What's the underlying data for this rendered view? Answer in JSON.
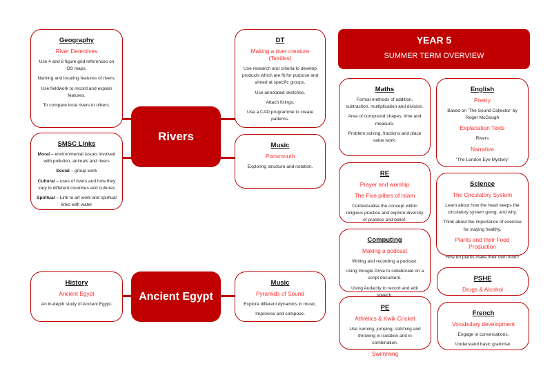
{
  "header": {
    "title": "YEAR 5",
    "subtitle": "SUMMER TERM OVERVIEW"
  },
  "hubs": {
    "rivers": "Rivers",
    "egypt": "Ancient Egypt"
  },
  "boxes": [
    {
      "id": "geography",
      "items": [
        {
          "k": "t",
          "v": "Geography"
        },
        {
          "k": "s",
          "v": "River Detectives"
        },
        {
          "k": "p",
          "v": "Use 4 and 6 figure grid references on OS maps."
        },
        {
          "k": "p",
          "v": "Naming and locating features of rivers."
        },
        {
          "k": "p",
          "v": "Use fieldwork to record and explain features."
        },
        {
          "k": "p",
          "v": "To compare local rivers to others."
        }
      ]
    },
    {
      "id": "dt",
      "items": [
        {
          "k": "t",
          "v": "DT"
        },
        {
          "k": "s",
          "v": "Making a river creature (Textiles)"
        },
        {
          "k": "p",
          "v": "Use research and criteria to develop products which are fit for purpose and aimed at specific groups."
        },
        {
          "k": "p",
          "v": "Use annotated sketches."
        },
        {
          "k": "p",
          "v": "Attach fixings."
        },
        {
          "k": "p",
          "v": "Use a CAD programme to create patterns."
        }
      ]
    },
    {
      "id": "smsc",
      "items": [
        {
          "k": "t",
          "v": "SMSC Links"
        },
        {
          "k": "b",
          "b": "Moral",
          "v": " – environmental issues involved with pollution, animals and rivers"
        },
        {
          "k": "b",
          "b": "Social",
          "v": " – group work"
        },
        {
          "k": "b",
          "b": "Cultural",
          "v": " – uses of rivers and how they vary in different countries and cultures"
        },
        {
          "k": "b",
          "b": "Spiritual",
          "v": " – Link to art work and spiritual links with water"
        }
      ]
    },
    {
      "id": "music-rivers",
      "items": [
        {
          "k": "t",
          "v": "Music"
        },
        {
          "k": "s",
          "v": "Portsmouth"
        },
        {
          "k": "p",
          "v": "Exploring structure and notation."
        }
      ]
    },
    {
      "id": "maths",
      "items": [
        {
          "k": "t",
          "v": "Maths"
        },
        {
          "k": "p",
          "v": "Formal methods of addition, subtraction, multiplication and division."
        },
        {
          "k": "p",
          "v": "Area of compound shapes, time and measure."
        },
        {
          "k": "p",
          "v": "Problem solving, fractions and place value work."
        }
      ]
    },
    {
      "id": "english",
      "items": [
        {
          "k": "t",
          "v": "English"
        },
        {
          "k": "s",
          "v": "Poetry"
        },
        {
          "k": "p",
          "v": "Based on ‘The Sound Collector’ by Roger McGough"
        },
        {
          "k": "s",
          "v": "Explanation Texts"
        },
        {
          "k": "p",
          "v": "Rivers"
        },
        {
          "k": "s",
          "v": "Narrative"
        },
        {
          "k": "p",
          "v": "‘The London Eye Mystery’"
        }
      ]
    },
    {
      "id": "re",
      "items": [
        {
          "k": "t",
          "v": "RE"
        },
        {
          "k": "s",
          "v": "Prayer and worship"
        },
        {
          "k": "s",
          "v": "The Five pillars of Islam"
        },
        {
          "k": "p",
          "v": "Contextualise the concept within religious practice and explore diversity of practice and belief."
        }
      ]
    },
    {
      "id": "science",
      "items": [
        {
          "k": "t",
          "v": "Science"
        },
        {
          "k": "s",
          "v": "The Circulatory System"
        },
        {
          "k": "p",
          "v": "Learn about how the heart keeps the circulatory system going, and why."
        },
        {
          "k": "p",
          "v": "Think about the importance of exercise for staying healthy."
        },
        {
          "k": "s",
          "v": "Plants and their Food Production"
        },
        {
          "k": "p",
          "v": "How do plants make their own food?"
        }
      ]
    },
    {
      "id": "computing",
      "items": [
        {
          "k": "t",
          "v": "Computing"
        },
        {
          "k": "s",
          "v": "Making a podcast"
        },
        {
          "k": "p",
          "v": "Writing and recording a podcast."
        },
        {
          "k": "p",
          "v": "Using Google Drive to collaborate on a script document."
        },
        {
          "k": "p",
          "v": "Using Audacity to record and edit speech."
        }
      ]
    },
    {
      "id": "pshe",
      "items": [
        {
          "k": "t",
          "v": "PSHE"
        },
        {
          "k": "s",
          "v": "Drugs & Alcohol"
        }
      ]
    },
    {
      "id": "pe",
      "items": [
        {
          "k": "t",
          "v": "PE"
        },
        {
          "k": "s",
          "v": "Athletics & Kwik Cricket"
        },
        {
          "k": "p",
          "v": "Use running, jumping, catching and throwing in isolation and in combination."
        },
        {
          "k": "s",
          "v": "Swimming"
        }
      ]
    },
    {
      "id": "french",
      "items": [
        {
          "k": "t",
          "v": "French"
        },
        {
          "k": "s",
          "v": "Vocabulary development"
        },
        {
          "k": "p",
          "v": "Engage in conversations."
        },
        {
          "k": "p",
          "v": "Understand basic grammar."
        }
      ]
    },
    {
      "id": "history",
      "items": [
        {
          "k": "t",
          "v": "History"
        },
        {
          "k": "s",
          "v": "Ancient Egypt"
        },
        {
          "k": "p",
          "v": "An in-depth study of Ancient Egypt."
        }
      ]
    },
    {
      "id": "music-egypt",
      "items": [
        {
          "k": "t",
          "v": "Music"
        },
        {
          "k": "s",
          "v": "Pyramids of Sound"
        },
        {
          "k": "p",
          "v": "Explore different dynamics in music."
        },
        {
          "k": "p",
          "v": "Improvise and compose."
        }
      ]
    }
  ]
}
